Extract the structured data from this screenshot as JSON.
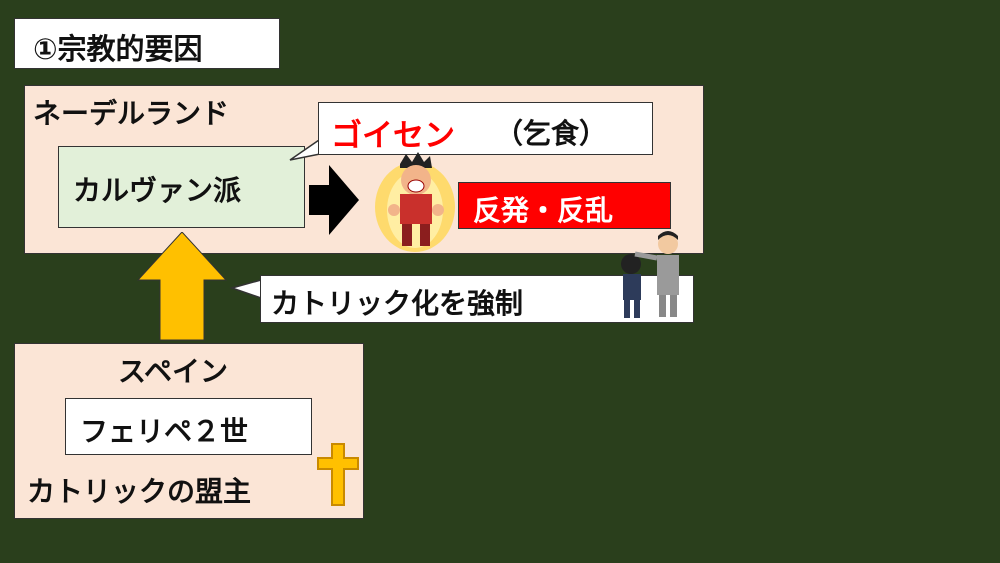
{
  "title": "①宗教的要因",
  "netherlands": {
    "label": "ネーデルランド",
    "calvinist": "カルヴァン派",
    "gueux_callout": {
      "name": "ゴイセン",
      "gloss": "（乞食）"
    },
    "result": "反発・反乱"
  },
  "force_callout": "カトリック化を強制",
  "spain": {
    "label": "スペイン",
    "king": "フェリペ２世",
    "role": "カトリックの盟主"
  },
  "colors": {
    "background": "#2a3f1c",
    "region_fill": "#fbe5d6",
    "calvin_fill": "#e2f0d9",
    "accent_red": "#ff0000",
    "arrow_yellow": "#ffc000"
  }
}
